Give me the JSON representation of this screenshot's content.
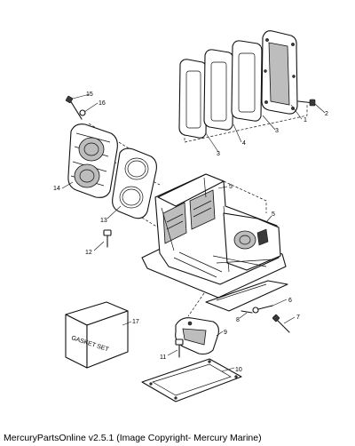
{
  "caption": "MercuryPartsOnline v2.5.1 (Image Copyright- Mercury Marine)",
  "gasket_box_label": "GASKET SET",
  "callouts": {
    "c1": "1",
    "c2": "2",
    "c3a": "3",
    "c3b": "3",
    "c4": "4",
    "c5a": "5",
    "c5b": "5",
    "c6": "6",
    "c7": "7",
    "c8": "8",
    "c9": "9",
    "c10": "10",
    "c11": "11",
    "c12": "12",
    "c13": "13",
    "c14": "14",
    "c15": "15",
    "c16": "16",
    "c17": "17"
  }
}
